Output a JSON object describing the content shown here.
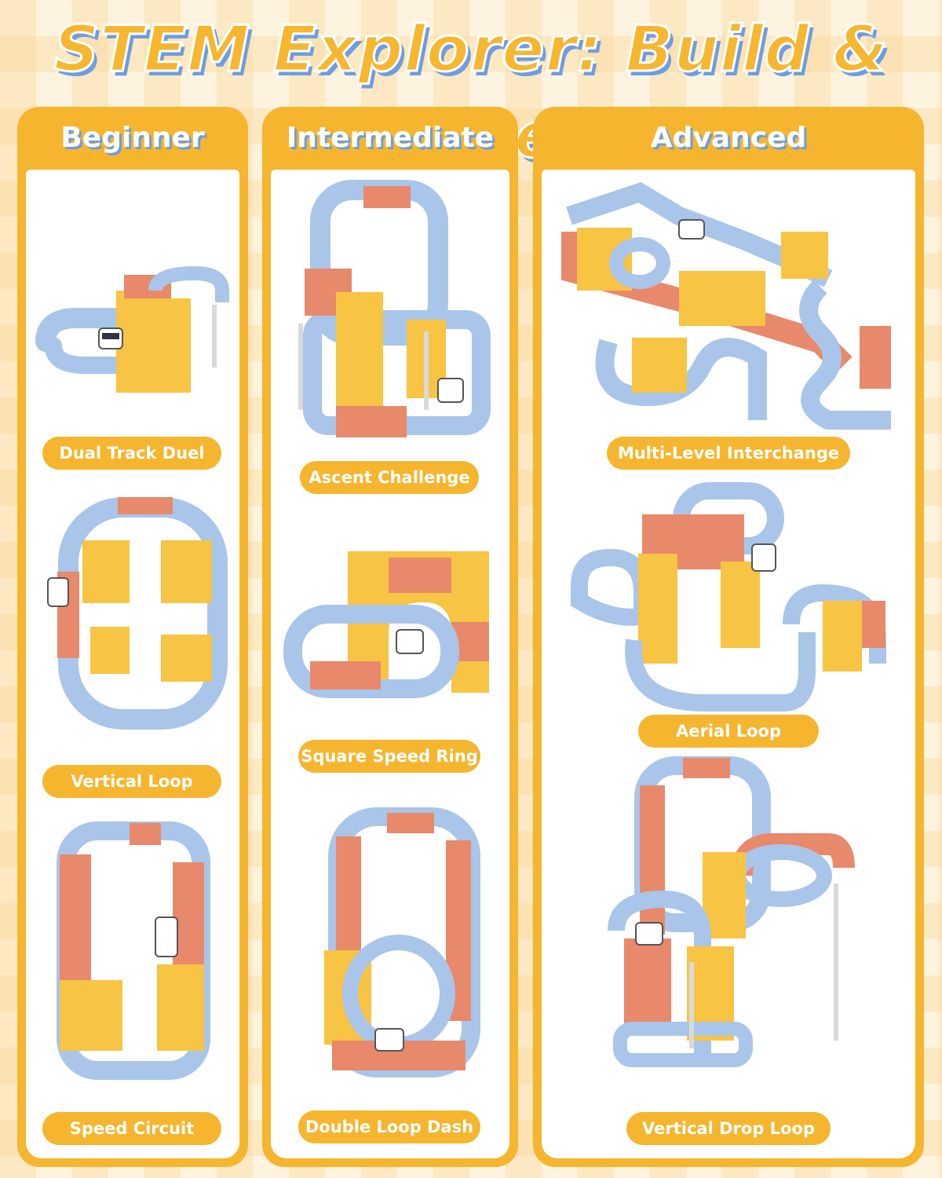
{
  "header": {
    "title": "STEM Explorer: Build & Race"
  },
  "colors": {
    "column_orange": "#f5b52e",
    "track_blue": "#a9c5ea",
    "track_orange": "#e8896b",
    "track_yellow": "#f7c443",
    "background": "#fdf3df"
  },
  "columns": [
    {
      "heading": "Beginner",
      "tracks": [
        {
          "label": "Dual Track Duel"
        },
        {
          "label": "Vertical Loop"
        },
        {
          "label": "Speed Circuit"
        }
      ]
    },
    {
      "heading": "Intermediate",
      "tracks": [
        {
          "label": "Ascent Challenge"
        },
        {
          "label": "Square Speed Ring"
        },
        {
          "label": "Double Loop Dash"
        }
      ]
    },
    {
      "heading": "Advanced",
      "tracks": [
        {
          "label": "Multi-Level Interchange"
        },
        {
          "label": "Aerial Loop"
        },
        {
          "label": "Vertical Drop Loop"
        }
      ]
    }
  ]
}
